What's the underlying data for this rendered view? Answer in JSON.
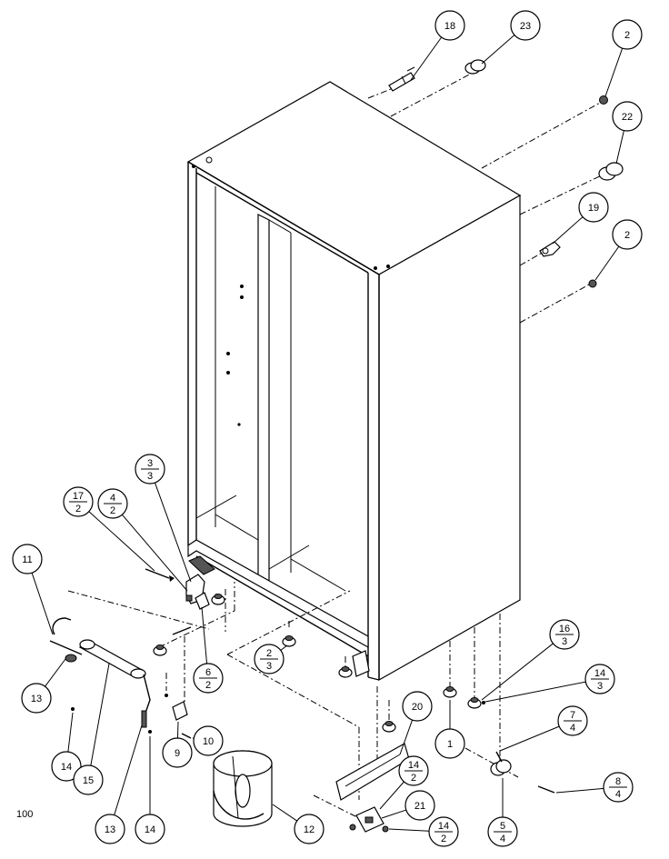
{
  "diagram_code": "100",
  "callouts": [
    {
      "id": "c18",
      "top": "18"
    },
    {
      "id": "c23",
      "top": "23"
    },
    {
      "id": "c2a",
      "top": "2"
    },
    {
      "id": "c22",
      "top": "22"
    },
    {
      "id": "c19",
      "top": "19"
    },
    {
      "id": "c2b",
      "top": "2"
    },
    {
      "id": "c3-3",
      "top": "3",
      "bottom": "3"
    },
    {
      "id": "c17-2",
      "top": "17",
      "bottom": "2"
    },
    {
      "id": "c4-2",
      "top": "4",
      "bottom": "2"
    },
    {
      "id": "c11",
      "top": "11"
    },
    {
      "id": "c13a",
      "top": "13"
    },
    {
      "id": "c14a",
      "top": "14"
    },
    {
      "id": "c15",
      "top": "15"
    },
    {
      "id": "c13b",
      "top": "13"
    },
    {
      "id": "c14b",
      "top": "14"
    },
    {
      "id": "c6-2",
      "top": "6",
      "bottom": "2"
    },
    {
      "id": "c9",
      "top": "9"
    },
    {
      "id": "c10",
      "top": "10"
    },
    {
      "id": "c2-3",
      "top": "2",
      "bottom": "3"
    },
    {
      "id": "c12",
      "top": "12"
    },
    {
      "id": "c20",
      "top": "20"
    },
    {
      "id": "c14-2a",
      "top": "14",
      "bottom": "2"
    },
    {
      "id": "c21",
      "top": "21"
    },
    {
      "id": "c14-2b",
      "top": "14",
      "bottom": "2"
    },
    {
      "id": "c1",
      "top": "1"
    },
    {
      "id": "c16-3",
      "top": "16",
      "bottom": "3"
    },
    {
      "id": "c14-3",
      "top": "14",
      "bottom": "3"
    },
    {
      "id": "c7-4",
      "top": "7",
      "bottom": "4"
    },
    {
      "id": "c8-4",
      "top": "8",
      "bottom": "4"
    },
    {
      "id": "c5-4",
      "top": "5",
      "bottom": "4"
    }
  ]
}
